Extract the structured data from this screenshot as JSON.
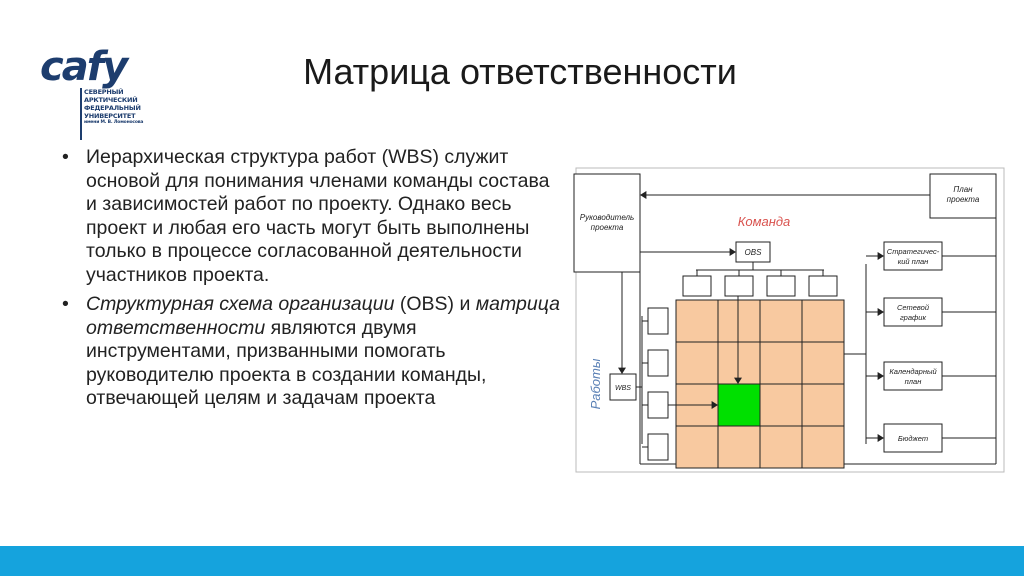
{
  "logo": {
    "word": "cafy",
    "lines": [
      "СЕВЕРНЫЙ",
      "АРКТИЧЕСКИЙ",
      "ФЕДЕРАЛЬНЫЙ",
      "УНИВЕРСИТЕТ"
    ],
    "subline": "имени М. В. Ломоносова",
    "color": "#1d3d6e"
  },
  "title": "Матрица ответственности",
  "bullets": [
    {
      "parts": [
        {
          "text": "Иерархическая структура работ (WBS) служит основой для понимания членами команды состава и зависимостей работ по проекту. Однако весь проект и любая его часть могут быть выполнены только в процессе согласованной деятельности участников проекта.",
          "italic": false
        }
      ]
    },
    {
      "parts": [
        {
          "text": "Структурная схема организации",
          "italic": true
        },
        {
          "text": " (OBS) и ",
          "italic": false
        },
        {
          "text": "матрица ответственности",
          "italic": true
        },
        {
          "text": " являются двумя инструментами, призванными помогать руководителю проекта в создании команды, отвечающей целям и задачам проекта",
          "italic": false
        }
      ]
    }
  ],
  "bullet_glyph": "•",
  "diagram": {
    "manager_label": [
      "Руководитель",
      "проекта"
    ],
    "plan_label": [
      "План",
      "проекта"
    ],
    "team_label": "Команда",
    "obs_label": "OBS",
    "wbs_label": "WBS",
    "works_label": "Работы",
    "side_boxes": [
      [
        "Стратегичес-",
        "кий план"
      ],
      [
        "Сетевой",
        "график"
      ],
      [
        "Календарный",
        "план"
      ],
      [
        "Бюджет"
      ]
    ],
    "grid_rows": 4,
    "grid_cols": 4,
    "highlight_cell": [
      2,
      1
    ],
    "colors": {
      "cell": "#f8c9a0",
      "highlight": "#00e000",
      "team": "#d9534f",
      "works": "#5a80b5",
      "accent_bar": "#15a3dd"
    }
  }
}
